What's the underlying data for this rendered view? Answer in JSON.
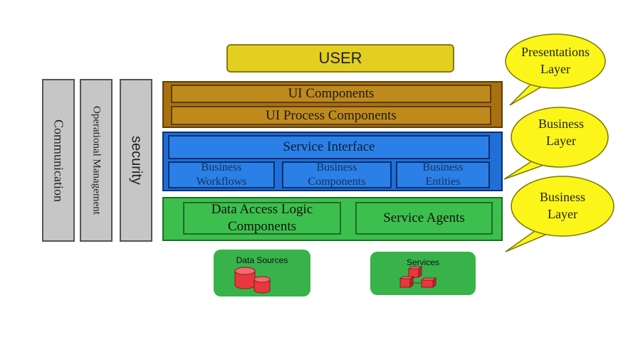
{
  "side_bars": {
    "communication": "Communication",
    "operational_management": "Operational Management",
    "security": "security"
  },
  "user": "USER",
  "presentation_layer": {
    "ui_components": "UI Components",
    "ui_process_components": "UI Process Components"
  },
  "business_layer": {
    "service_interface": "Service Interface",
    "business_workflows": "Business Workflows",
    "business_components": "Business Components",
    "business_entities": "Business Entities"
  },
  "data_layer": {
    "data_access_logic_components": "Data Access Logic Components",
    "service_agents": "Service Agents"
  },
  "sources": {
    "data_sources": "Data Sources",
    "services": "Services"
  },
  "callouts": [
    "Presentations Layer",
    "Business Layer",
    "Business Layer"
  ],
  "colors": {
    "user": "#e3cf1f",
    "presentation": "#a8700f",
    "business": "#1f6fd6",
    "data": "#3dbf4d",
    "callout": "#fbf51a",
    "red_icon": "#e8383d"
  }
}
